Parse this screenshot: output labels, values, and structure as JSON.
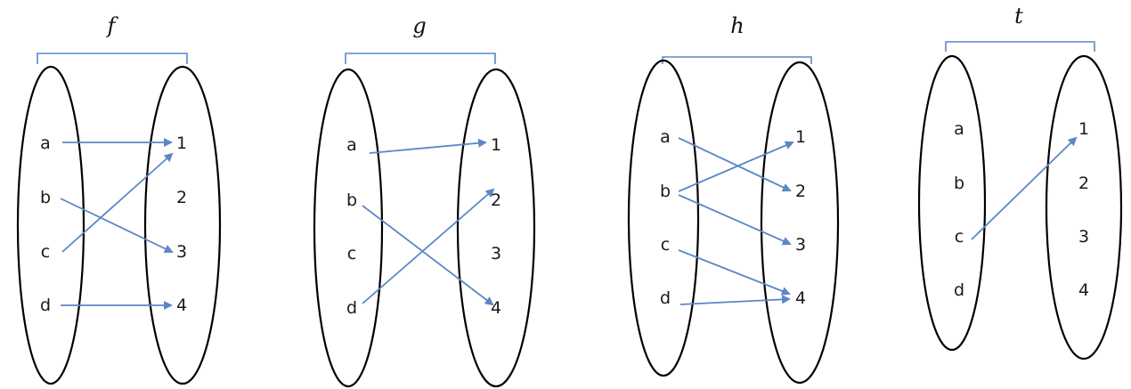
{
  "diagrams": [
    {
      "name": "f",
      "domain": [
        "a",
        "b",
        "c",
        "d"
      ],
      "codomain": [
        "1",
        "2",
        "3",
        "4"
      ],
      "mappings": [
        [
          "a",
          "1"
        ],
        [
          "b",
          "3"
        ],
        [
          "c",
          "1"
        ],
        [
          "d",
          "4"
        ]
      ]
    },
    {
      "name": "g",
      "domain": [
        "a",
        "b",
        "c",
        "d"
      ],
      "codomain": [
        "1",
        "2",
        "3",
        "4"
      ],
      "mappings": [
        [
          "a",
          "1"
        ],
        [
          "b",
          "4"
        ],
        [
          "d",
          "2"
        ]
      ]
    },
    {
      "name": "h",
      "domain": [
        "a",
        "b",
        "c",
        "d"
      ],
      "codomain": [
        "1",
        "2",
        "3",
        "4"
      ],
      "mappings": [
        [
          "a",
          "2"
        ],
        [
          "b",
          "1"
        ],
        [
          "b",
          "3"
        ],
        [
          "c",
          "4"
        ],
        [
          "d",
          "4"
        ]
      ]
    },
    {
      "name": "t",
      "domain": [
        "a",
        "b",
        "c",
        "d"
      ],
      "codomain": [
        "1",
        "2",
        "3",
        "4"
      ],
      "mappings": [
        [
          "c",
          "1"
        ]
      ]
    }
  ],
  "colors": {
    "arrow": "#5b87c5",
    "ellipse": "#000000",
    "text": "#1a1a1a"
  }
}
